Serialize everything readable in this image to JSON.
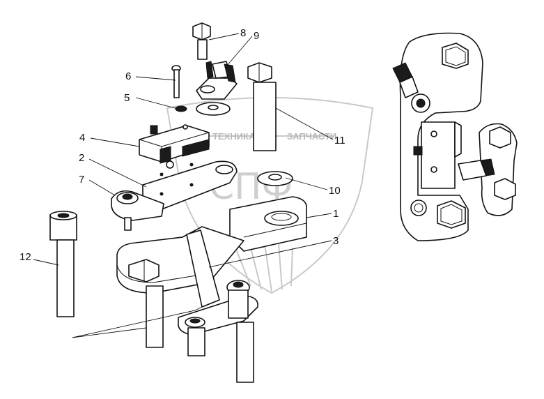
{
  "watermark": {
    "left_text": "ТЕХНИКА",
    "right_text": "ЗАПЧАСТИ",
    "monogram": "СПФ"
  },
  "callouts": [
    {
      "id": "8",
      "label": "8"
    },
    {
      "id": "9",
      "label": "9"
    },
    {
      "id": "6",
      "label": "6"
    },
    {
      "id": "5",
      "label": "5"
    },
    {
      "id": "4",
      "label": "4"
    },
    {
      "id": "2",
      "label": "2"
    },
    {
      "id": "7",
      "label": "7"
    },
    {
      "id": "11",
      "label": "11"
    },
    {
      "id": "10",
      "label": "10"
    },
    {
      "id": "1",
      "label": "1"
    },
    {
      "id": "3",
      "label": "3"
    },
    {
      "id": "12",
      "label": "12"
    }
  ]
}
